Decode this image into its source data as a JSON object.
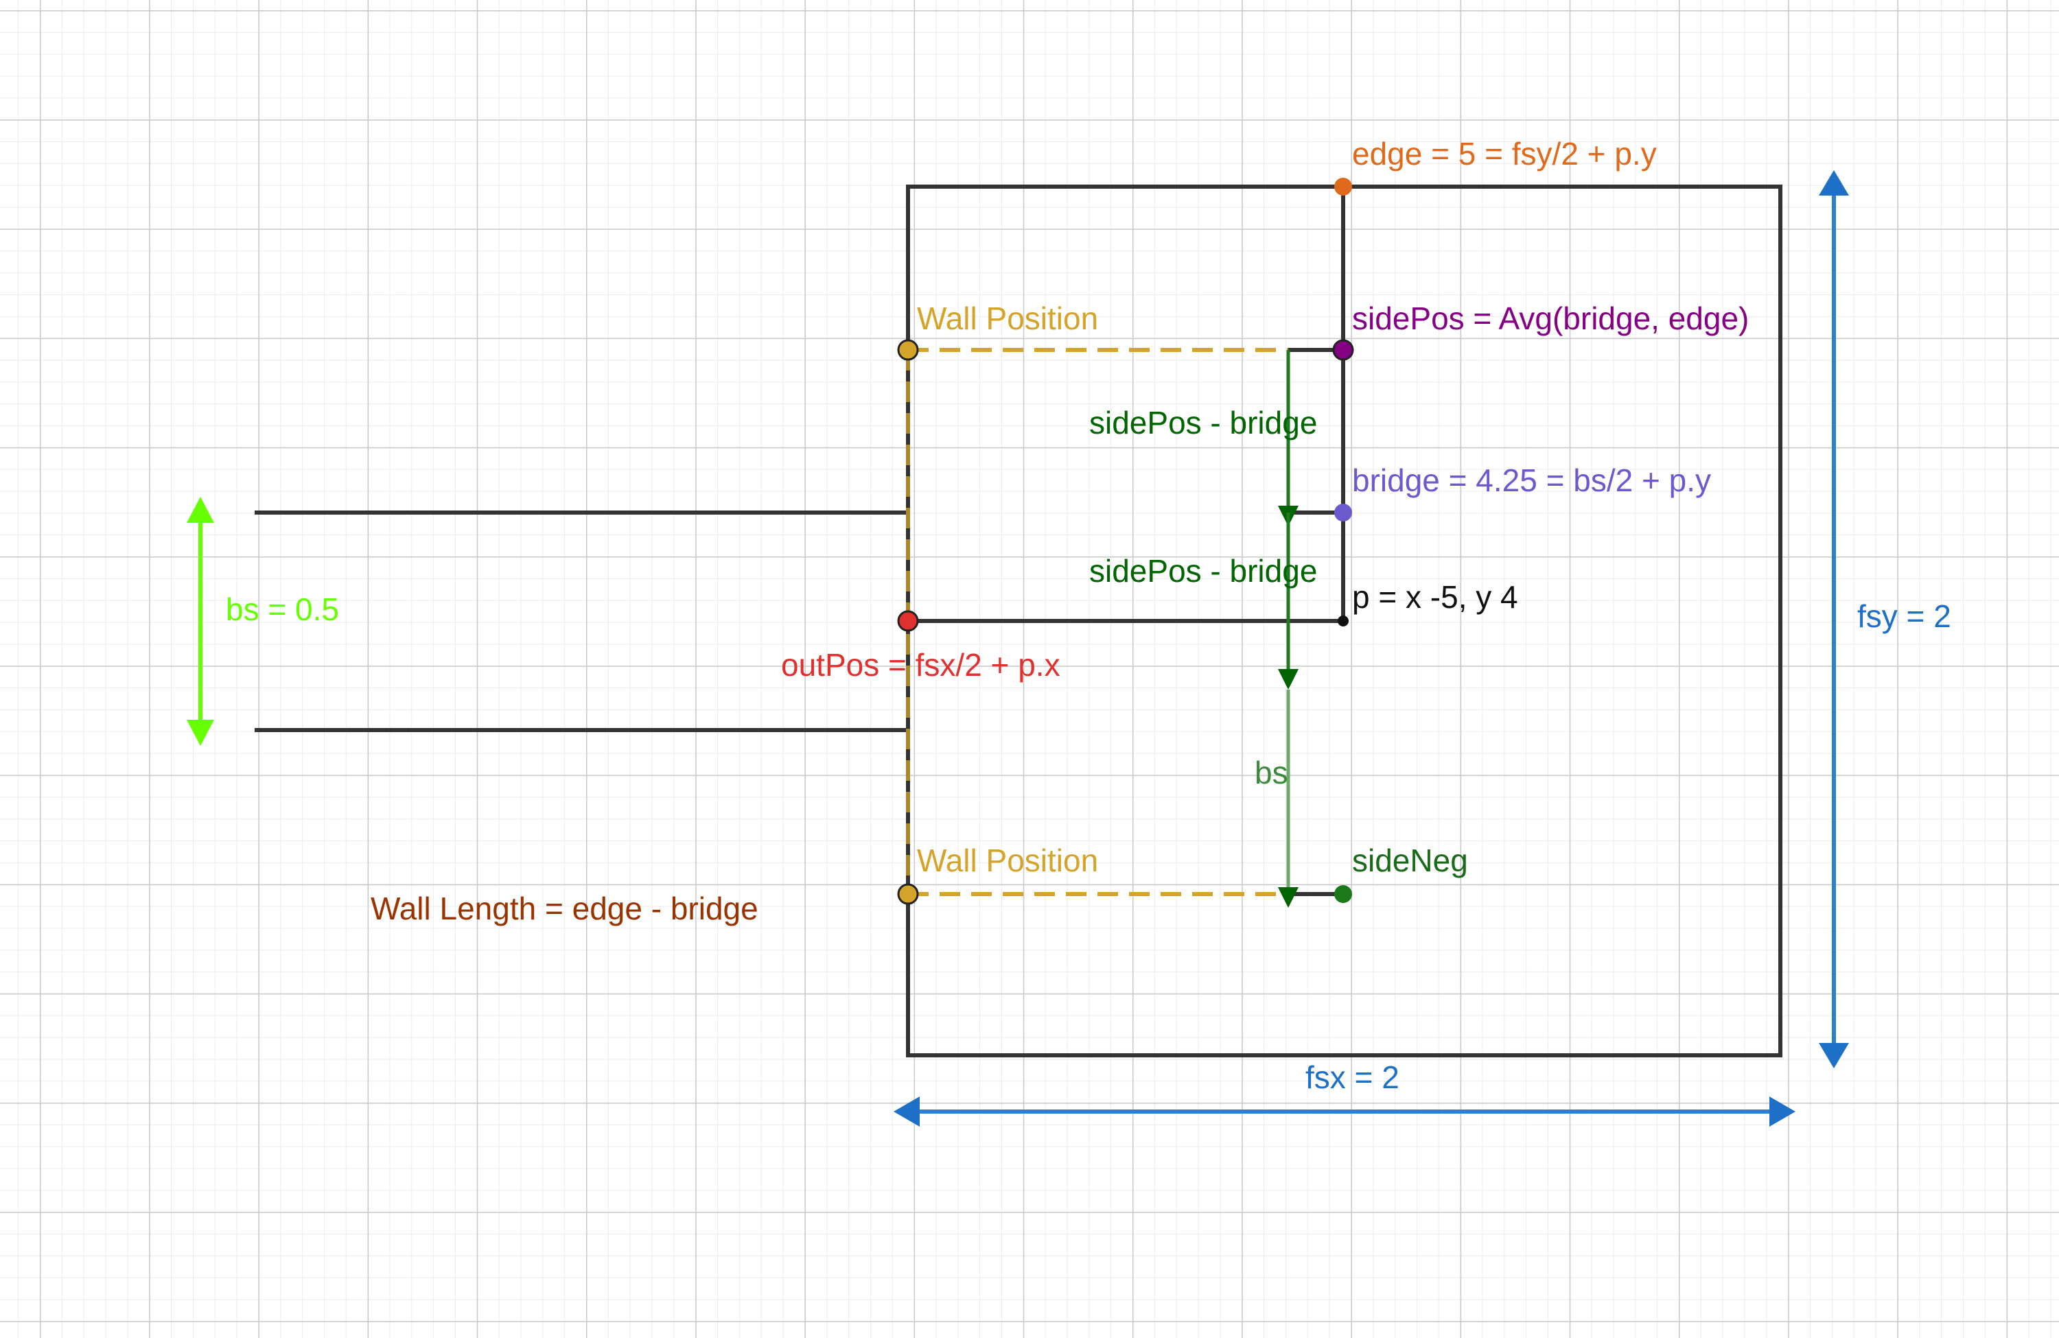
{
  "labels": {
    "edge": "edge = 5 = fsy/2 + p.y",
    "wall_position_top": "Wall Position",
    "side_pos": "sidePos = Avg(bridge, edge)",
    "side_pos_minus_bridge_1": "sidePos - bridge",
    "bridge": "bridge = 4.25 = bs/2 + p.y",
    "side_pos_minus_bridge_2": "sidePos - bridge",
    "p_point": "p = x -5, y 4",
    "bs_value": "bs = 0.5",
    "out_pos": "outPos = fsx/2 + p.x",
    "bs": "bs",
    "wall_position_bottom": "Wall Position",
    "side_neg": "sideNeg",
    "wall_length": "Wall Length = edge - bridge",
    "fsy": "fsy = 2",
    "fsx": "fsx = 2"
  },
  "colors": {
    "edge_point": "#e06a1b",
    "wall_position": "#d4a32a",
    "side_pos": "#850085",
    "green_arrows": "#006400",
    "bridge": "#6a5acd",
    "bs_dimension": "#66ff00",
    "out_pos": "#e03030",
    "wall_length": "#993300",
    "dimension_blue": "#1e6fc8",
    "frame": "#333333"
  }
}
